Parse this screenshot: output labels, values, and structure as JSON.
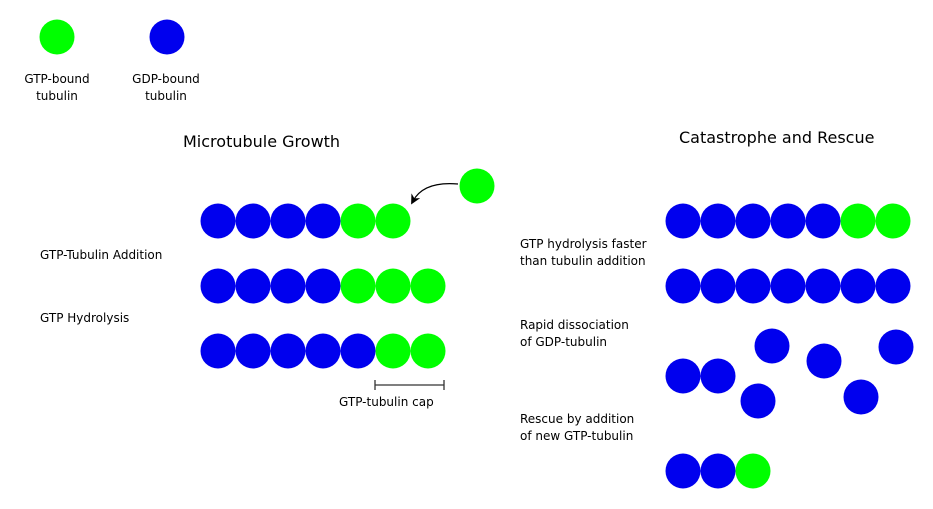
{
  "colors": {
    "gtp": "#00ff00",
    "gdp": "#0000ee",
    "line": "#000000"
  },
  "legend": {
    "gtp_label": "GTP-bound\ntubulin",
    "gdp_label": "GDP-bound\ntubulin"
  },
  "growth": {
    "title": "Microtubule Growth",
    "step_labels": [
      "GTP-Tubulin Addition",
      "GTP Hydrolysis"
    ],
    "rows": [
      [
        "gdp",
        "gdp",
        "gdp",
        "gdp",
        "gtp",
        "gtp"
      ],
      [
        "gdp",
        "gdp",
        "gdp",
        "gdp",
        "gtp",
        "gtp",
        "gtp"
      ],
      [
        "gdp",
        "gdp",
        "gdp",
        "gdp",
        "gdp",
        "gtp",
        "gtp"
      ]
    ],
    "incoming": "gtp",
    "cap_label": "GTP-tubulin cap"
  },
  "catastrophe": {
    "title": "Catastrophe and Rescue",
    "step_labels": [
      "GTP hydrolysis faster\nthan tubulin addition",
      "Rapid dissociation\nof GDP-tubulin",
      "Rescue by addition\nof new GTP-tubulin"
    ],
    "rows": [
      [
        "gdp",
        "gdp",
        "gdp",
        "gdp",
        "gdp",
        "gtp",
        "gtp"
      ],
      [
        "gdp",
        "gdp",
        "gdp",
        "gdp",
        "gdp",
        "gdp",
        "gdp"
      ],
      [
        "gdp",
        "gdp"
      ],
      [
        "gdp",
        "gdp",
        "gtp"
      ]
    ],
    "scattered": [
      "gdp",
      "gdp",
      "gdp",
      "gdp",
      "gdp"
    ]
  }
}
